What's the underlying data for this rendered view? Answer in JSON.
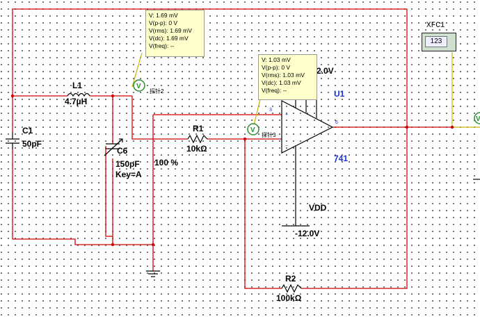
{
  "components": {
    "L1": {
      "name": "L1",
      "value": "4.7µH"
    },
    "C1": {
      "name": "C1",
      "value": "50pF"
    },
    "C6": {
      "name": "C6",
      "value": "150pF",
      "key": "Key=A",
      "percent": "100 %"
    },
    "R1": {
      "name": "R1",
      "value": "10kΩ"
    },
    "R2": {
      "name": "R2",
      "value": "100kΩ"
    },
    "U1": {
      "name": "U1",
      "model": "741",
      "vdd_label": "VDD",
      "vdd_value": "-12.0V",
      "vcc_value": "2.0V"
    },
    "XFC1": {
      "name": "XFC1",
      "display": "123"
    }
  },
  "probes": {
    "probe2": {
      "label": "探针2",
      "readings": [
        "V: 1.69 mV",
        "V(p-p): 0 V",
        "V(rms): 1.69 mV",
        "V(dc): 1.69 mV",
        "V(freq): --"
      ]
    },
    "probe3": {
      "label": "探针3",
      "readings": [
        "V: 1.03 mV",
        "V(p-p): 0 V",
        "V(rms): 1.03 mV",
        "V(dc): 1.03 mV",
        "V(freq): --"
      ]
    }
  },
  "pins": {
    "plus": "+",
    "minus": "−",
    "p3": "3",
    "p6": "6"
  },
  "colors": {
    "wire": "#d40000",
    "probe_wire": "#c8b400",
    "label_blue": "#1a32d6",
    "tooltip_bg": "#ffffcc"
  }
}
